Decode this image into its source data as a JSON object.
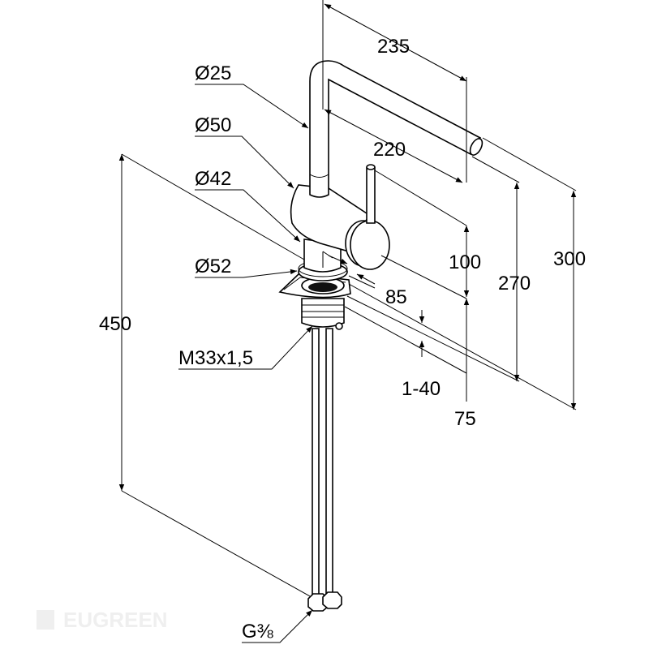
{
  "drawing": {
    "labels": {
      "d25": "Ø25",
      "d50": "Ø50",
      "d42": "Ø42",
      "d52": "Ø52",
      "thread": "M33x1,5",
      "connection": "G⅜",
      "h450": "450",
      "w235": "235",
      "w220": "220",
      "h100": "100",
      "h270": "270",
      "h300": "300",
      "d85": "85",
      "h75": "75",
      "t140": "1-40"
    },
    "watermark": "EUGREEN",
    "line_color": "#000000"
  }
}
